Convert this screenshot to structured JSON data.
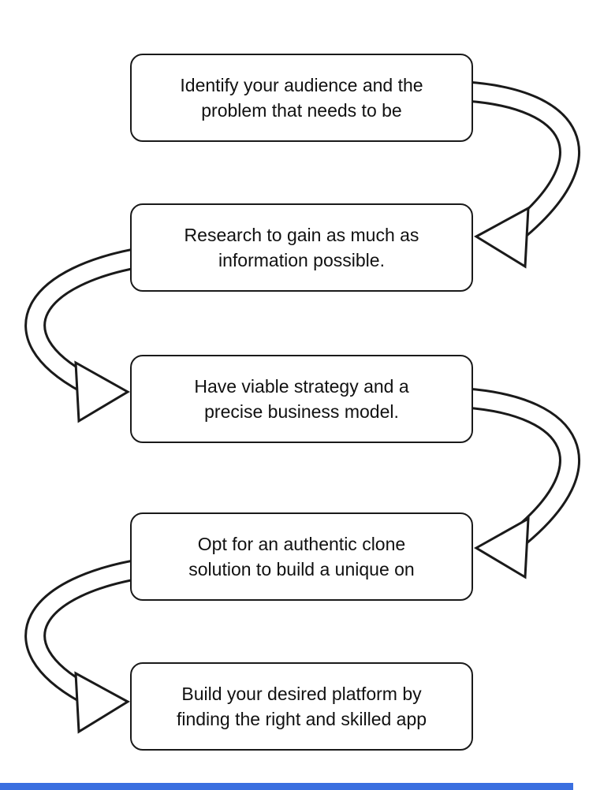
{
  "steps": [
    {
      "lines": [
        "Identify your audience and the",
        "problem that needs to be"
      ]
    },
    {
      "lines": [
        "Research to gain as much as",
        "information possible."
      ]
    },
    {
      "lines": [
        "Have viable strategy and a",
        "precise business model."
      ]
    },
    {
      "lines": [
        "Opt for an authentic clone",
        "solution to build a unique on"
      ]
    },
    {
      "lines": [
        "Build your desired platform by",
        "finding the right and skilled app"
      ]
    }
  ],
  "connectors": [
    {
      "icon": "curved-arrow-right-down"
    },
    {
      "icon": "curved-arrow-left-down"
    },
    {
      "icon": "curved-arrow-right-down"
    },
    {
      "icon": "curved-arrow-left-down"
    }
  ],
  "colors": {
    "box_border": "#1a1a1a",
    "box_background": "#ffffff",
    "arrow_outline": "#1a1a1a",
    "arrow_fill": "#ffffff",
    "footer_bar": "#3a6fe0"
  }
}
